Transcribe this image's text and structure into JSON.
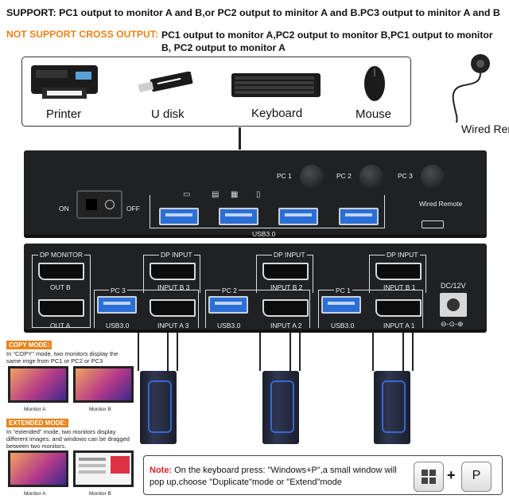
{
  "support": "SUPPORT: PC1 output to monitor A and B,or PC2 output to minitor A and B.PC3 output to minitor A and B",
  "not_support_label": "NOT SUPPORT CROSS OUTPUT:",
  "not_support_text": "PC1 output to monitor A,PC2 output to monitor B,PC1 output to monitor B, PC2 output to monitor A",
  "peripherals": {
    "printer": "Printer",
    "udisk": "U disk",
    "keyboard": "Keyboard",
    "mouse": "Mouse",
    "wired_remote": "Wired Remote"
  },
  "kvm_top": {
    "on": "ON",
    "off": "OFF",
    "pc1": "PC 1",
    "pc2": "PC 2",
    "pc3": "PC 3",
    "usb": "USB3.0",
    "wired_remote": "Wired Remote"
  },
  "kvm_bottom": {
    "dp_monitor": "DP MONITOR",
    "out_b": "OUT B",
    "out_a": "OUT A",
    "pc3": "PC 3",
    "pc2": "PC 2",
    "pc1": "PC 1",
    "dp_input": "DP INPUT",
    "input_b3": "INPUT B 3",
    "input_a3": "INPUT A 3",
    "input_b2": "INPUT B 2",
    "input_a2": "INPUT A 2",
    "input_b1": "INPUT B 1",
    "input_a1": "INPUT A 1",
    "usb": "USB3.0",
    "dc": "DC/12V"
  },
  "copy_mode": {
    "tag": "COPY MODE:",
    "text": "In \"COPY\" mode, two monitors display the same imge from PC1 or PC2 or PC3",
    "mon_a": "Monitor A",
    "mon_b": "Monitor B"
  },
  "extended_mode": {
    "tag": "EXTENDED MODE:",
    "text": "In \"extended\" mode, two monitors display different images, and windows can be dragged between two monitors.",
    "mon_a": "Monitor A",
    "mon_b": "Monitor B"
  },
  "note": {
    "label": "Note:",
    "text": " On the keyboard press: \"Windows+P\",a small window will pop up,choose \"Duplicate\"mode or \"Extend\"mode"
  },
  "keys": {
    "plus": "+",
    "p": "P"
  }
}
